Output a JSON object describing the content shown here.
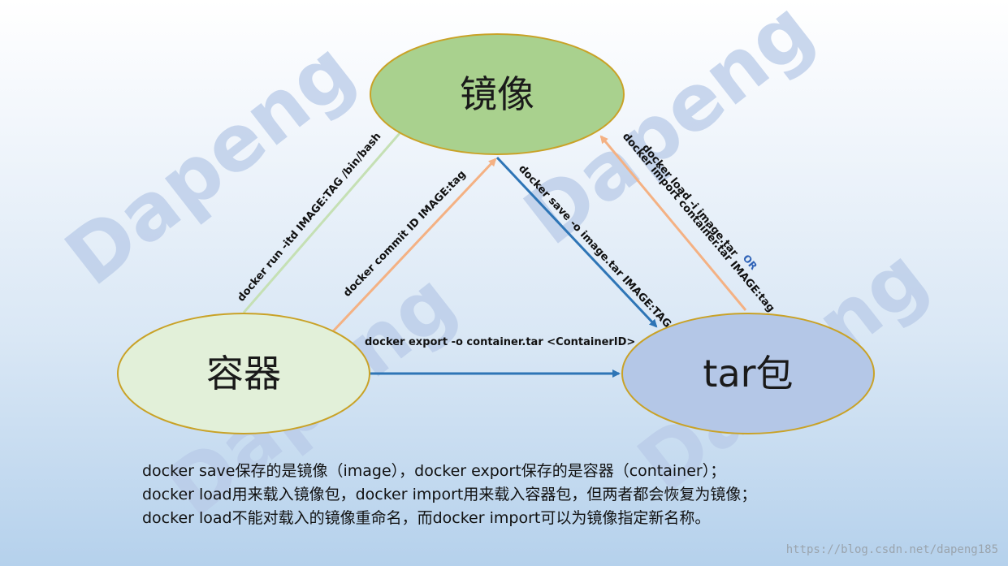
{
  "watermark": "Dapeng",
  "nodes": {
    "image": "镜像",
    "container": "容器",
    "tar": "tar包"
  },
  "edges": {
    "run": "docker run -itd IMAGE:TAG /bin/bash",
    "commit": "docker commit ID IMAGE:tag",
    "save": "docker save -o image.tar IMAGE:TAG",
    "load": "docker load -i image.tar",
    "or": "OR",
    "import": "docker import container.tar IMAGE:tag",
    "export": "docker export -o container.tar <ContainerID>"
  },
  "notes": [
    "docker save保存的是镜像（image），docker export保存的是容器（container）；",
    "docker load用来载入镜像包，docker import用来载入容器包，但两者都会恢复为镜像；",
    "docker load不能对载入的镜像重命名，而docker import可以为镜像指定新名称。"
  ],
  "credit": "https://blog.csdn.net/dapeng185",
  "colors": {
    "image_fill": "#a9d18e",
    "container_fill": "#e2f0d9",
    "tar_fill": "#b4c7e7",
    "node_stroke": "#c9a227",
    "run_line": "#c5e0b4",
    "orange_arrow": "#f4b183",
    "blue_arrow": "#2e75b6"
  }
}
